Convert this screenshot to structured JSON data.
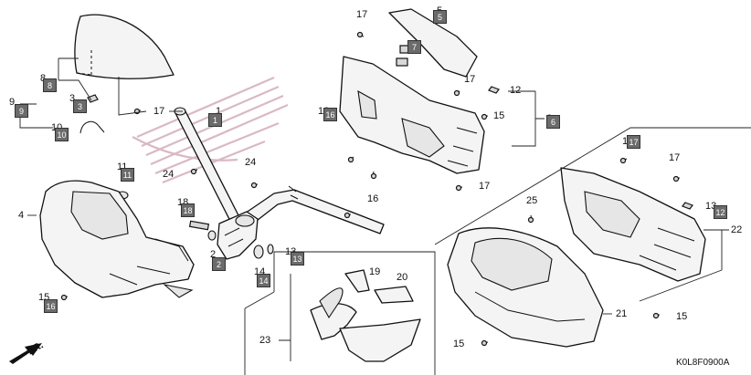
{
  "diagram": {
    "code": "K0L8F0900A",
    "direction_label": "FR.",
    "callouts": [
      {
        "id": "c17a",
        "text": "17"
      },
      {
        "id": "c5",
        "text": "5"
      },
      {
        "id": "c8",
        "text": "8"
      },
      {
        "id": "c3",
        "text": "3"
      },
      {
        "id": "c9",
        "text": "9"
      },
      {
        "id": "c10",
        "text": "10"
      },
      {
        "id": "c17b",
        "text": "17"
      },
      {
        "id": "c1",
        "text": "1"
      },
      {
        "id": "c12a",
        "text": "12"
      },
      {
        "id": "c17c",
        "text": "17"
      },
      {
        "id": "c16a",
        "text": "16"
      },
      {
        "id": "c15a",
        "text": "15"
      },
      {
        "id": "c6",
        "text": "6"
      },
      {
        "id": "c16b",
        "text": "16"
      },
      {
        "id": "c17d",
        "text": "17"
      },
      {
        "id": "c11",
        "text": "11"
      },
      {
        "id": "c24a",
        "text": "24"
      },
      {
        "id": "c24b",
        "text": "24"
      },
      {
        "id": "c4",
        "text": "4"
      },
      {
        "id": "c18",
        "text": "18"
      },
      {
        "id": "c2",
        "text": "2"
      },
      {
        "id": "c13a",
        "text": "13"
      },
      {
        "id": "c14",
        "text": "14"
      },
      {
        "id": "c15b",
        "text": "15"
      },
      {
        "id": "c19",
        "text": "19"
      },
      {
        "id": "c20",
        "text": "20"
      },
      {
        "id": "c23",
        "text": "23"
      },
      {
        "id": "c25",
        "text": "25"
      },
      {
        "id": "c21",
        "text": "21"
      },
      {
        "id": "c15c",
        "text": "15"
      },
      {
        "id": "c15d",
        "text": "15"
      },
      {
        "id": "c1b",
        "text": "1"
      },
      {
        "id": "c17e",
        "text": "17"
      },
      {
        "id": "c13b",
        "text": "13"
      },
      {
        "id": "c22",
        "text": "22"
      }
    ],
    "tags": [
      {
        "id": "t5",
        "text": "5"
      },
      {
        "id": "t7",
        "text": "7"
      },
      {
        "id": "t8",
        "text": "8"
      },
      {
        "id": "t3",
        "text": "3"
      },
      {
        "id": "t9",
        "text": "9"
      },
      {
        "id": "t10",
        "text": "10"
      },
      {
        "id": "t1",
        "text": "1"
      },
      {
        "id": "t16a",
        "text": "16"
      },
      {
        "id": "t6",
        "text": "6"
      },
      {
        "id": "t11",
        "text": "11"
      },
      {
        "id": "t18",
        "text": "18"
      },
      {
        "id": "t2",
        "text": "2"
      },
      {
        "id": "t13",
        "text": "13"
      },
      {
        "id": "t14",
        "text": "14"
      },
      {
        "id": "t16b",
        "text": "16"
      },
      {
        "id": "t17",
        "text": "17"
      },
      {
        "id": "t12",
        "text": "12"
      }
    ]
  }
}
